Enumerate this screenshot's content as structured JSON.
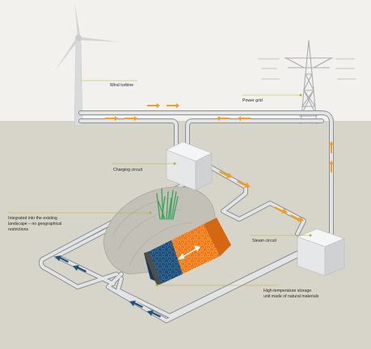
{
  "labels": {
    "wind_turbine": "Wind turbine",
    "power_grid": "Power grid",
    "charging_circuit": "Charging circuit",
    "integrated_line1": "Integrated into the existing",
    "integrated_line2": "landscape – no geographical",
    "integrated_line3": "restrictions",
    "steam_circuit": "Steam circuit",
    "storage_line1": "High-temperature storage",
    "storage_line2": "unit made of natural materials"
  },
  "colors": {
    "sky": "#f2f1ee",
    "ground": "#d7d4c9",
    "pipe": "#a7acb0",
    "arrow_orange": "#f0a023",
    "arrow_blue": "#1d4f7a",
    "leader": "#b8b52a",
    "storage_blue": "#1d4f7a",
    "storage_orange": "#ee7a1a",
    "grass": "#3aa35a",
    "box": "#e6e7e8"
  }
}
